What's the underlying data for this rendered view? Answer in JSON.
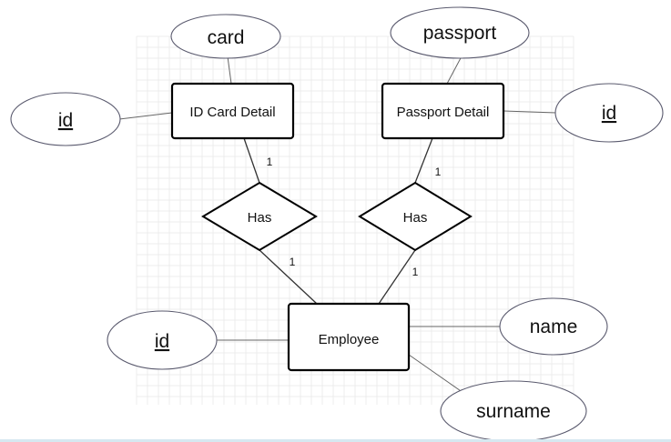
{
  "entities": {
    "id_card_detail": "ID Card Detail",
    "passport_detail": "Passport Detail",
    "employee": "Employee"
  },
  "relationships": {
    "has_id_card": "Has",
    "has_passport": "Has"
  },
  "attributes": {
    "card": "card",
    "passport": "passport",
    "id_card_id": "id",
    "passport_id": "id",
    "employee_id": "id",
    "name": "name",
    "surname": "surname"
  },
  "cardinalities": {
    "id_card_to_has": "1",
    "has_to_employee_left": "1",
    "passport_to_has": "1",
    "has_to_employee_right": "1"
  }
}
